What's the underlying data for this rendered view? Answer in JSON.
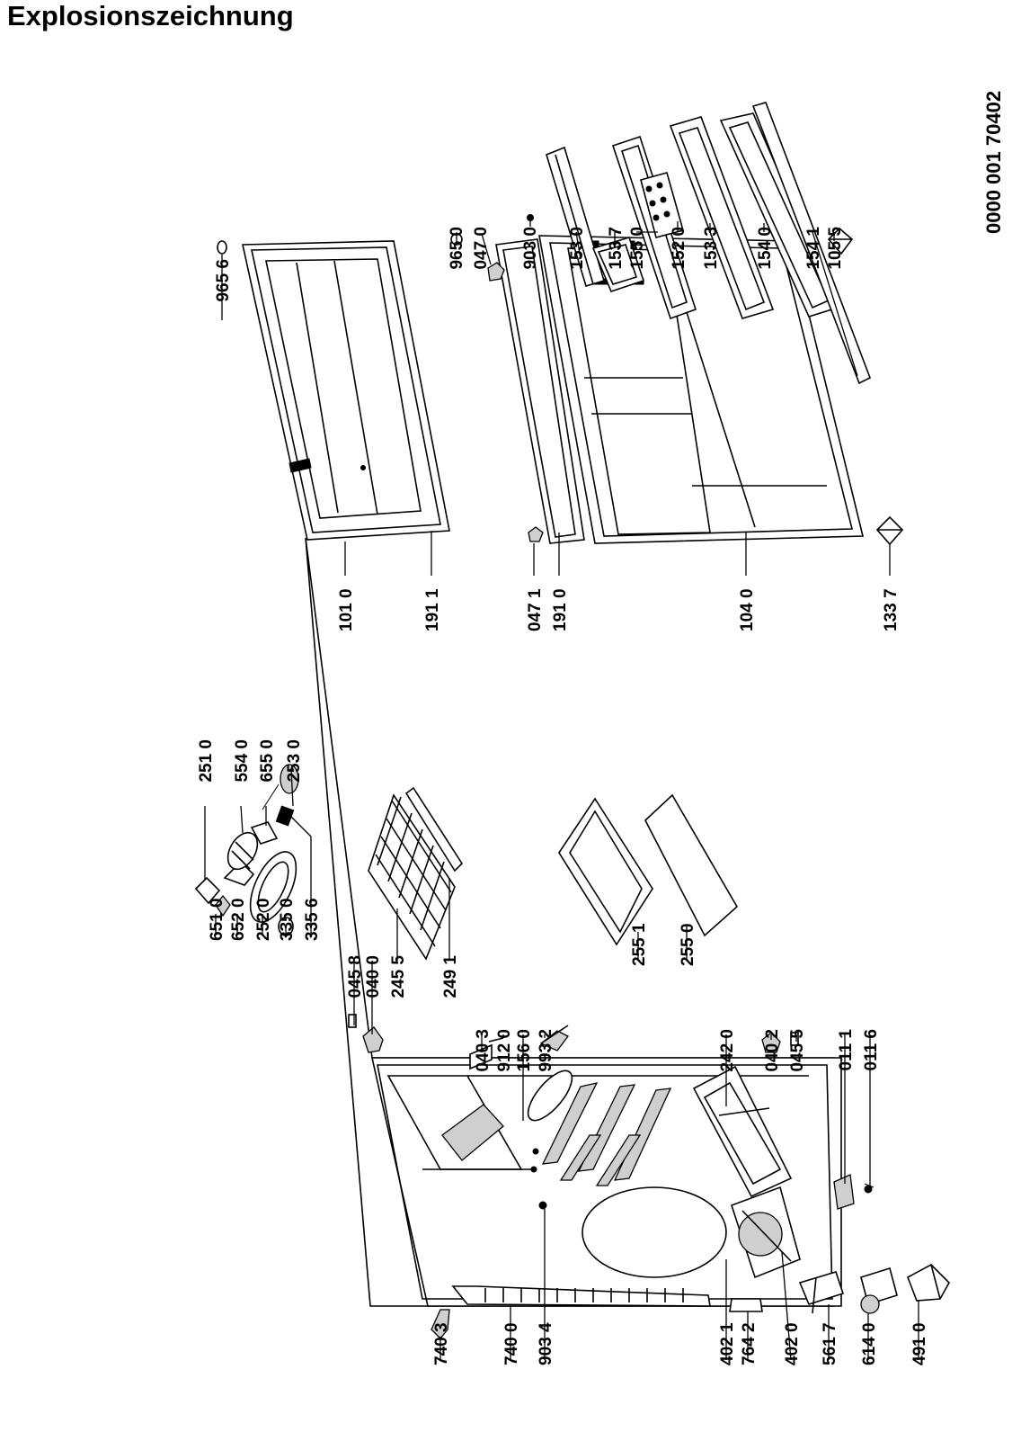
{
  "title": "Explosionszeichnung",
  "document_code": "0000 001 70402",
  "part_labels": [
    "965 6",
    "101 0",
    "191 1",
    "965 0",
    "047 0",
    "903 0",
    "047 1",
    "191 0",
    "104 0",
    "133 7",
    "153 0",
    "153 7",
    "155 0",
    "152 0",
    "153 3",
    "154 0",
    "154 1",
    "105 5",
    "251 0",
    "554 0",
    "655 0",
    "253 0",
    "651 0",
    "652 0",
    "252 0",
    "335 0",
    "335 6",
    "045 8",
    "040 0",
    "245 5",
    "249 1",
    "040 3",
    "912 0",
    "156 0",
    "993 2",
    "255 1",
    "255 0",
    "242 0",
    "040 2",
    "045 5",
    "011 1",
    "011 6",
    "740 3",
    "740 0",
    "903 4",
    "402 1",
    "764 2",
    "402 0",
    "561 7",
    "614 0",
    "491 0"
  ],
  "icons": [
    "part-outline-icon"
  ]
}
